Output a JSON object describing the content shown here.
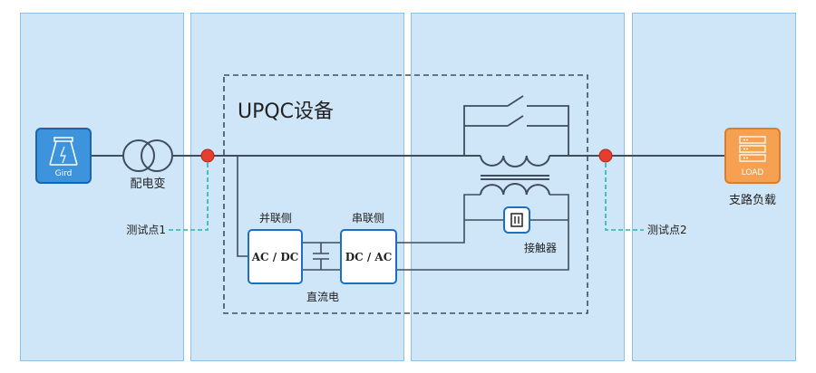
{
  "device": {
    "title": "UPQC设备"
  },
  "grid": {
    "label": "Gird",
    "icon": "power-tower-icon"
  },
  "transformer": {
    "label": "配电变"
  },
  "converters": {
    "shunt_side": "并联侧",
    "series_side": "串联侧",
    "left_box": "AC / DC",
    "right_box": "DC / AC",
    "dc_link": "直流电"
  },
  "contactor": {
    "label": "接触器",
    "icon": "contactor-icon"
  },
  "test_points": {
    "point1": "测试点1",
    "point2": "测试点2"
  },
  "load": {
    "label": "LOAD",
    "caption": "支路负载",
    "icon": "server-load-icon"
  },
  "colors": {
    "panel": "#cfe6f8",
    "panel_border": "#8fc0e6",
    "grid_icon": "#3d94dc",
    "load_icon": "#f6a052",
    "test_point": "#e53d2e",
    "dashed_lead": "#2fb3a7",
    "line": "#3f4d5c"
  }
}
